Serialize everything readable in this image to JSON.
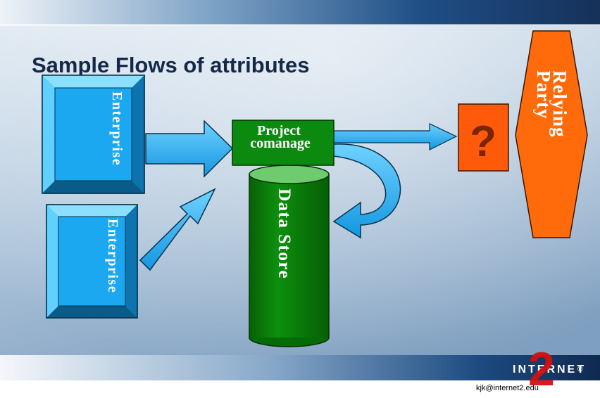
{
  "slide": {
    "title": "Sample Flows of attributes",
    "footer_email": "kjk@internet2.edu",
    "logo_text": "INTERNET",
    "logo_number": "2",
    "logo_mark": "®"
  },
  "nodes": {
    "enterprise_1": "Enterprise",
    "enterprise_2": "Enterprise",
    "project_line1": "Project",
    "project_line2": "comanage",
    "data_store": "Data Store",
    "unknown": "?",
    "relying_party_line1": "Relying",
    "relying_party_line2": "Party"
  },
  "colors": {
    "enterprise_fill": "#29b6f6",
    "arrow_fill": "#1ea7f0",
    "project_fill": "#0c8a10",
    "datastore_fill": "#0a7d0a",
    "unknown_fill": "#ff5a0a",
    "relying_fill": "#ff6a0a",
    "title": "#14294a"
  }
}
